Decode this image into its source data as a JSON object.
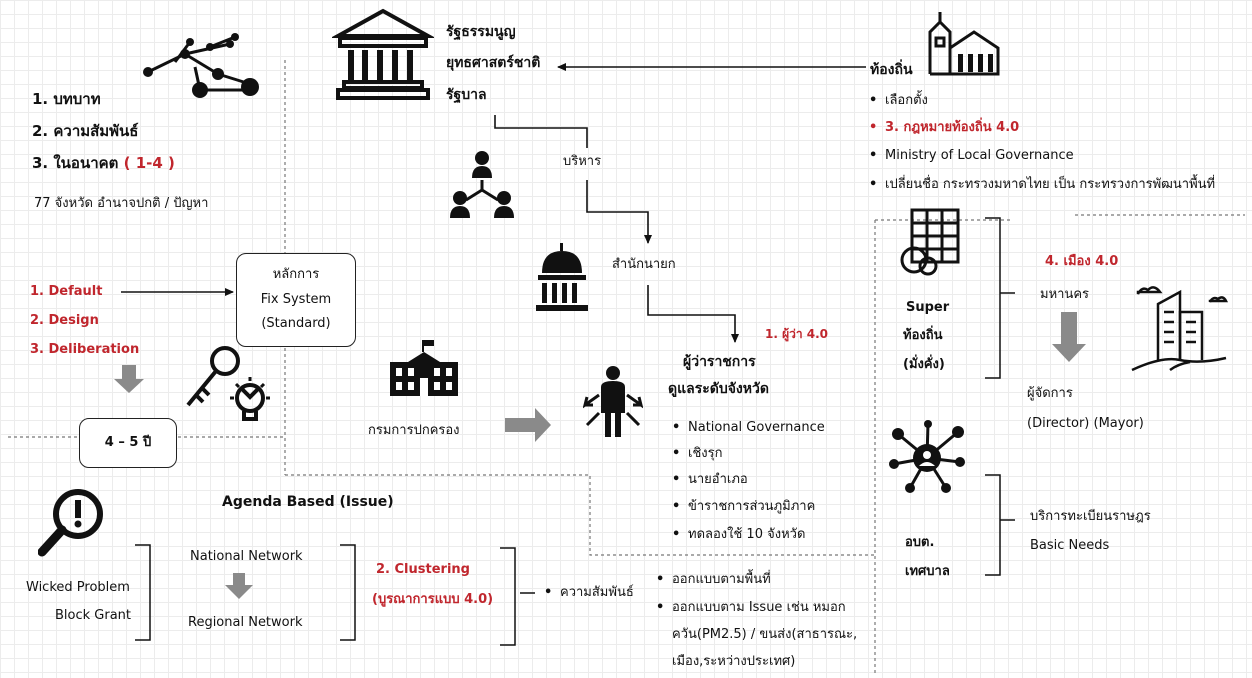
{
  "left_top": {
    "item1": "1. บทบาท",
    "item2": "2. ความสัมพันธ์",
    "item3_prefix": "3. ในอนาคต ",
    "item3_range": "( 1-4 )",
    "provinces": "77 จังหวัด อำนาจปกติ / ปัญหา"
  },
  "approaches": [
    "1. Default",
    "2. Design",
    "3. Deliberation"
  ],
  "principle_box": [
    "หลักการ",
    "Fix System",
    "(Standard)"
  ],
  "years_box": "4 – 5 ปี",
  "central": {
    "lines": [
      "รัฐธรรมนูญ",
      "ยุทธศาสตร์ชาติ",
      "รัฐบาล"
    ],
    "admin": "บริหาร",
    "pm_office": "สำนักนายก",
    "governor_tag": "1. ผู้ว่า 4.0",
    "governor_title": [
      "ผู้ว่าราชการ",
      "ดูแลระดับจังหวัด"
    ],
    "governor_bullets": [
      "National Governance",
      "เชิงรุก",
      "นายอำเภอ",
      "ข้าราชการส่วนภูมิภาค",
      "ทดลองใช้ 10 จังหวัด"
    ],
    "dopa": "กรมการปกครอง"
  },
  "local": {
    "title": "ท้องถิ่น",
    "bullets": [
      "เลือกตั้ง",
      "3. กฎหมายท้องถิ่น 4.0",
      "Ministry of Local Governance",
      "เปลี่ยนชื่อ กระทรวงมหาดไทย เป็น กระทรวงการพัฒนาพื้นที่"
    ],
    "super_local": [
      "Super",
      "ท้องถิ่น",
      "(มั่งคั่ง)"
    ],
    "city_tag": "4. เมือง 4.0",
    "metropolis": "มหานคร",
    "manager": "ผู้จัดการ",
    "director_mayor": "(Director) (Mayor)",
    "sao": [
      "อบต.",
      "เทศบาล"
    ],
    "services": [
      "บริการทะเบียนราษฎร",
      "Basic Needs"
    ]
  },
  "agenda": {
    "title": "Agenda Based (Issue)",
    "left": [
      "Wicked Problem",
      "Block Grant"
    ],
    "national": "National Network",
    "regional": "Regional Network",
    "clustering": [
      "2. Clustering",
      "(บูรณาการแบบ 4.0)"
    ],
    "relation": "ความสัมพันธ์",
    "design_area": "ออกแบบตามพื้นที่",
    "design_issue": [
      "ออกแบบตาม Issue  เช่น หมอก",
      "ควัน(PM2.5)  / ขนส่ง(สาธารณะ,",
      "เมือง,ระหว่างประเทศ)"
    ]
  },
  "colors": {
    "accent_red": "#c0262d",
    "arrow_gray": "#8a8a8a",
    "line": "#111111"
  }
}
